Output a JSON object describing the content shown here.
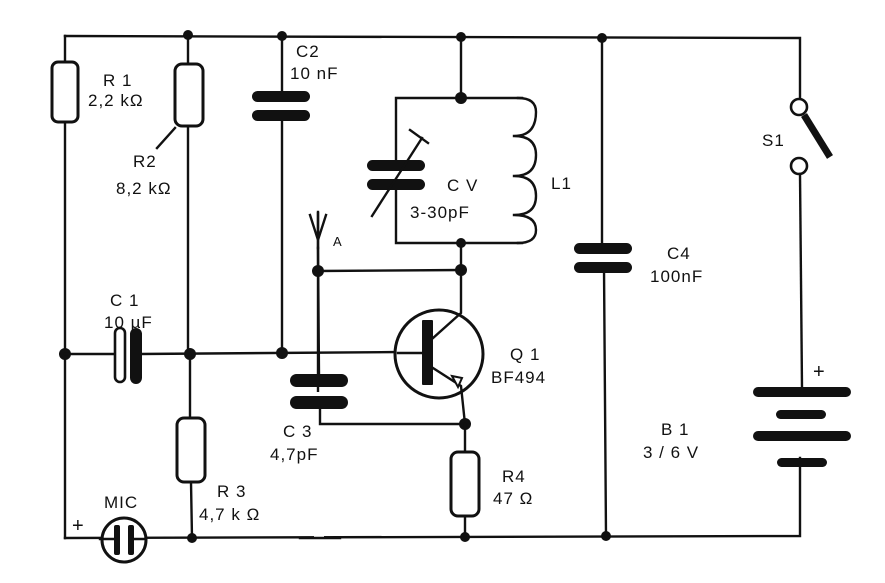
{
  "title": "FM microphone transmitter schematic",
  "components": {
    "R1": {
      "ref": "R 1",
      "value": "2,2 kΩ"
    },
    "R2": {
      "ref": "R2",
      "value": "8,2 kΩ"
    },
    "R3": {
      "ref": "R 3",
      "value": "4,7 k Ω"
    },
    "R4": {
      "ref": "R4",
      "value": "47 Ω"
    },
    "C1": {
      "ref": "C 1",
      "value": "10 µF"
    },
    "C2": {
      "ref": "C2",
      "value": "10 nF"
    },
    "C3": {
      "ref": "C 3",
      "value": "4,7pF"
    },
    "C4": {
      "ref": "C4",
      "value": "100nF"
    },
    "CV": {
      "ref": "C V",
      "value": "3-30pF"
    },
    "L1": {
      "ref": "L1"
    },
    "Q1": {
      "ref": "Q 1",
      "value": "BF494"
    },
    "S1": {
      "ref": "S1"
    },
    "B1": {
      "ref": "B 1",
      "value": "3 / 6 V"
    },
    "MIC": {
      "ref": "MIC"
    },
    "antenna": {
      "ref": "A"
    }
  },
  "polarity": {
    "plus": "+"
  }
}
